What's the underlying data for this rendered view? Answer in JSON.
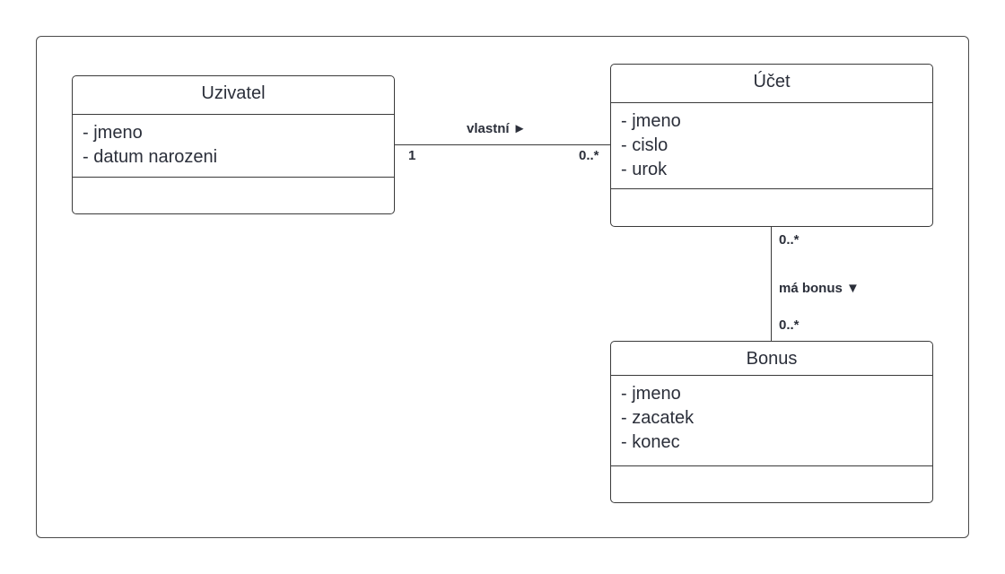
{
  "classes": {
    "uzivatel": {
      "name": "Uzivatel",
      "attributes": [
        "- jmeno",
        "- datum narozeni"
      ]
    },
    "ucet": {
      "name": "Účet",
      "attributes": [
        "- jmeno",
        "- cislo",
        "- urok"
      ]
    },
    "bonus": {
      "name": "Bonus",
      "attributes": [
        "- jmeno",
        "- zacatek",
        "- konec"
      ]
    }
  },
  "associations": {
    "vlastni": {
      "label": "vlastní ►",
      "source_multiplicity": "1",
      "target_multiplicity": "0..*"
    },
    "ma_bonus": {
      "label": "má bonus ▼",
      "source_multiplicity": "0..*",
      "target_multiplicity": "0..*"
    }
  },
  "colors": {
    "stroke": "#3a3a3a",
    "text": "#2b2f3a",
    "background": "#ffffff"
  }
}
